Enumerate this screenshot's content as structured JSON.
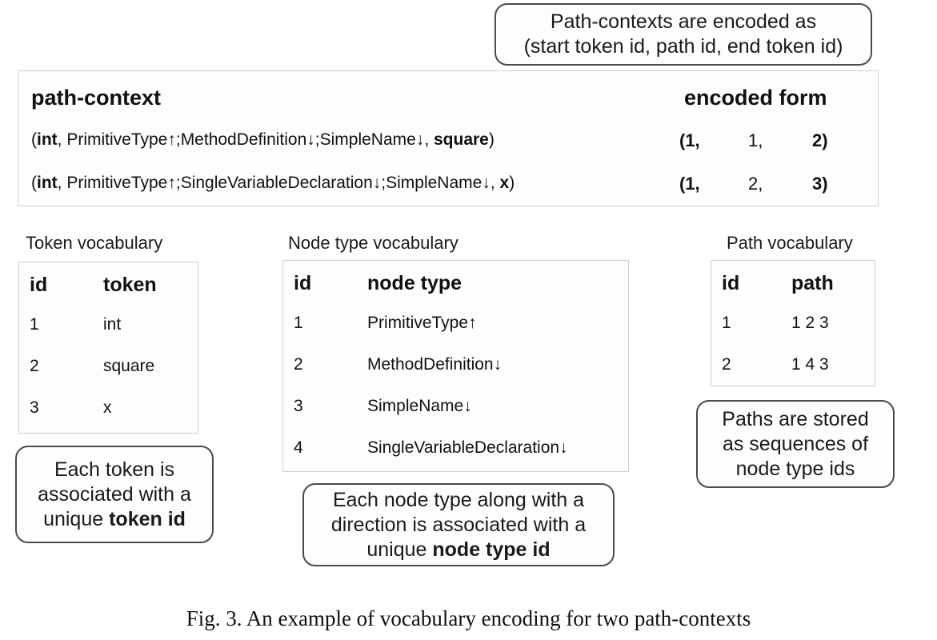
{
  "callouts": {
    "path_context_note": {
      "lines": [
        "Path-contexts are encoded as",
        "(start token id, path id, end token id)"
      ]
    },
    "token_note": {
      "lines": [
        "Each token is",
        "associated with a",
        "unique "
      ],
      "bold_tail": "token id"
    },
    "node_type_note": {
      "lines": [
        "Each node type along with a",
        "direction is associated with a",
        "unique "
      ],
      "bold_tail": "node type id"
    },
    "path_note": {
      "lines": [
        "Paths are stored",
        "as sequences of",
        "node type ids"
      ]
    }
  },
  "path_context_table": {
    "headers": {
      "left": "path-context",
      "right": "encoded form"
    },
    "rows": [
      {
        "context_open": "(",
        "context_start_token": "int",
        "context_mid": ", PrimitiveType↑;MethodDefinition↓;SimpleName↓, ",
        "context_end_token": "square",
        "context_close": ")",
        "encoded_start": "(1,",
        "encoded_path": "1,",
        "encoded_end": "2)"
      },
      {
        "context_open": "(",
        "context_start_token": "int",
        "context_mid": ", PrimitiveType↑;SingleVariableDeclaration↓;SimpleName↓, ",
        "context_end_token": "x",
        "context_close": ")",
        "encoded_start": "(1,",
        "encoded_path": "2,",
        "encoded_end": "3)"
      }
    ]
  },
  "token_vocabulary": {
    "label": "Token vocabulary",
    "headers": [
      "id",
      "token"
    ],
    "rows": [
      {
        "id": "1",
        "value": "int"
      },
      {
        "id": "2",
        "value": "square"
      },
      {
        "id": "3",
        "value": "x"
      }
    ]
  },
  "node_type_vocabulary": {
    "label": "Node type vocabulary",
    "headers": [
      "id",
      "node type"
    ],
    "rows": [
      {
        "id": "1",
        "value": "PrimitiveType↑"
      },
      {
        "id": "2",
        "value": "MethodDefinition↓"
      },
      {
        "id": "3",
        "value": "SimpleName↓"
      },
      {
        "id": "4",
        "value": "SingleVariableDeclaration↓"
      }
    ]
  },
  "path_vocabulary": {
    "label": "Path vocabulary",
    "headers": [
      "id",
      "path"
    ],
    "rows": [
      {
        "id": "1",
        "value": "1  2  3"
      },
      {
        "id": "2",
        "value": "1  4  3"
      }
    ]
  },
  "caption": "Fig. 3.   An example of vocabulary encoding for two path-contexts",
  "colors": {
    "text": "#111111",
    "table_border": "#cfcfcf",
    "callout_border": "#4a4a4a",
    "surface": "#fdfdfb"
  }
}
